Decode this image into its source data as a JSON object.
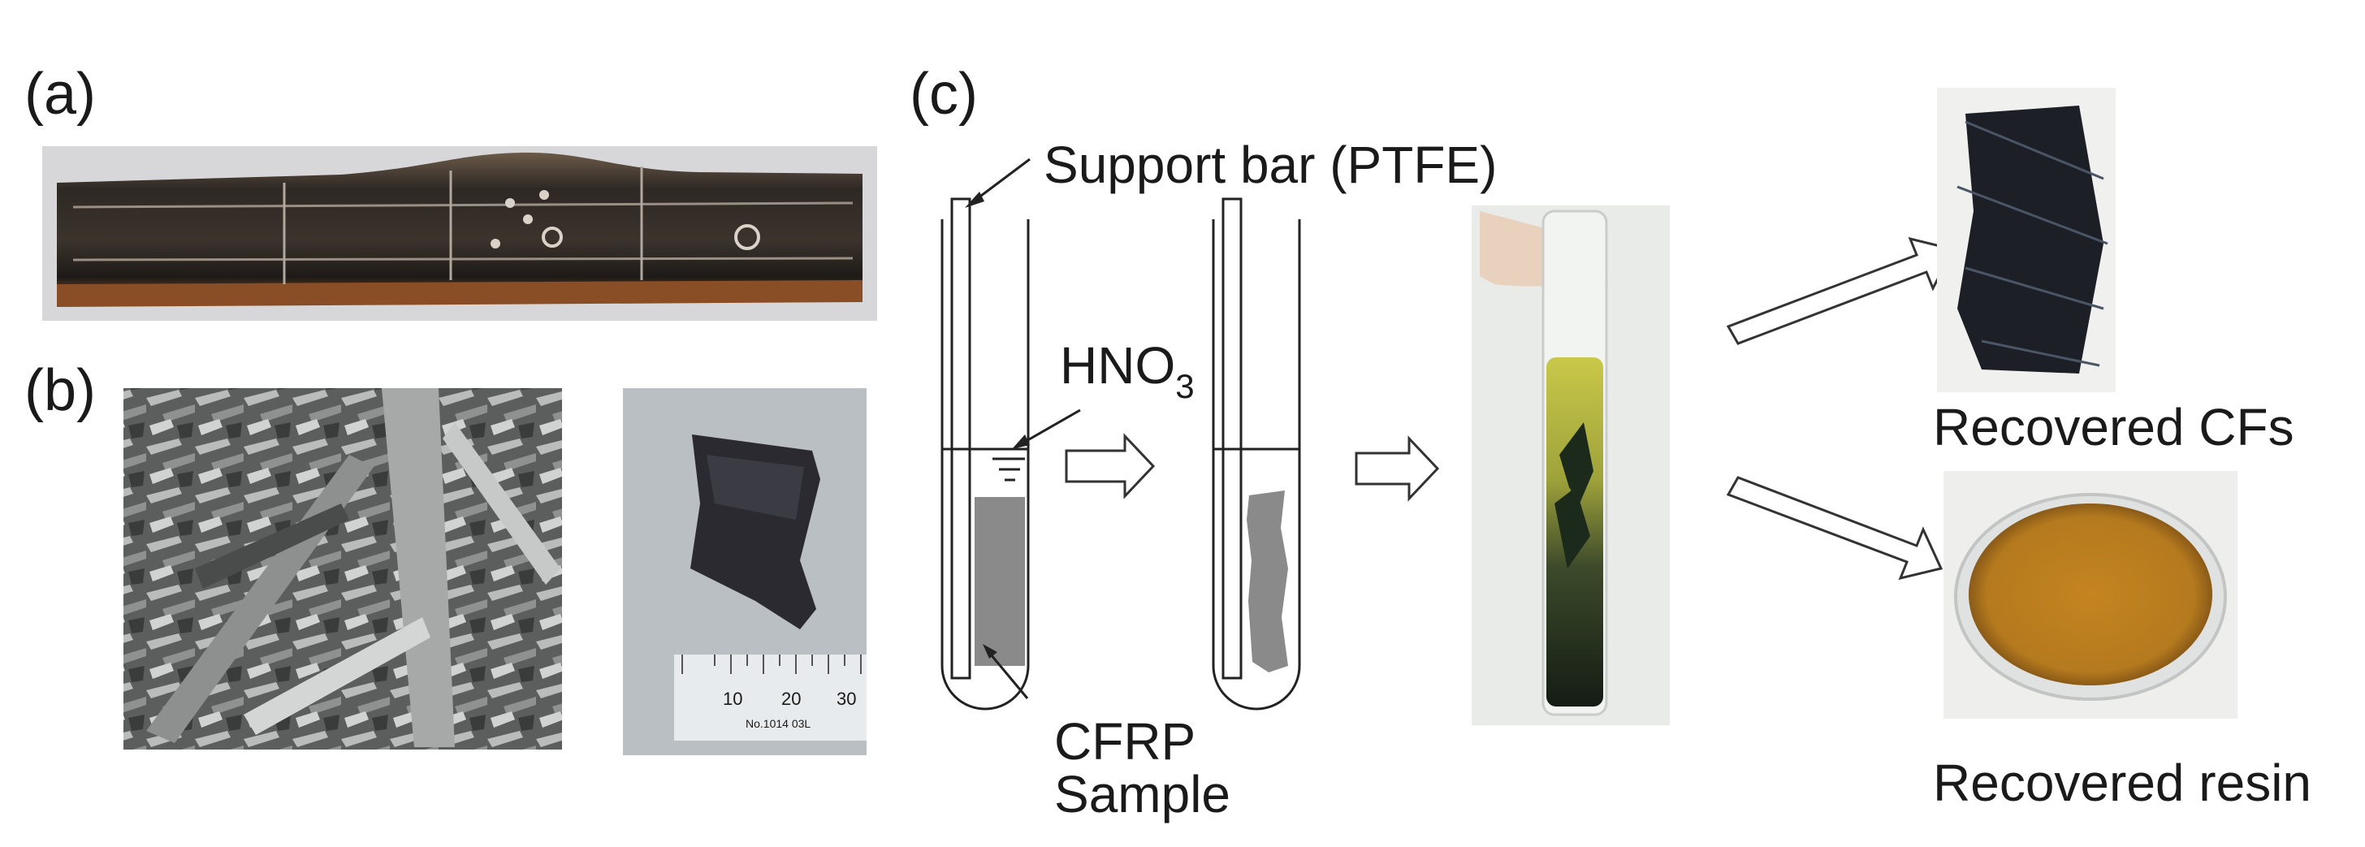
{
  "panels": {
    "a": {
      "label": "(a)"
    },
    "b": {
      "label": "(b)"
    },
    "c": {
      "label": "(c)"
    }
  },
  "ruler": {
    "ticks": [
      "10",
      "20",
      "30"
    ],
    "maker": "No.1014 03L"
  },
  "diagram": {
    "support_bar": "Support bar (PTFE)",
    "acid_base": "HNO",
    "acid_sub": "3",
    "sample_line1": "CFRP",
    "sample_line2": "Sample"
  },
  "outputs": {
    "fibers": "Recovered CFs",
    "resin": "Recovered resin"
  },
  "colors": {
    "arrow_outline": "#333333",
    "sample_gray": "#8a8a8a",
    "liquid_yellow": "#b9b838",
    "liquid_dark": "#1c2a1c",
    "resin_orange": "#c8871e"
  }
}
